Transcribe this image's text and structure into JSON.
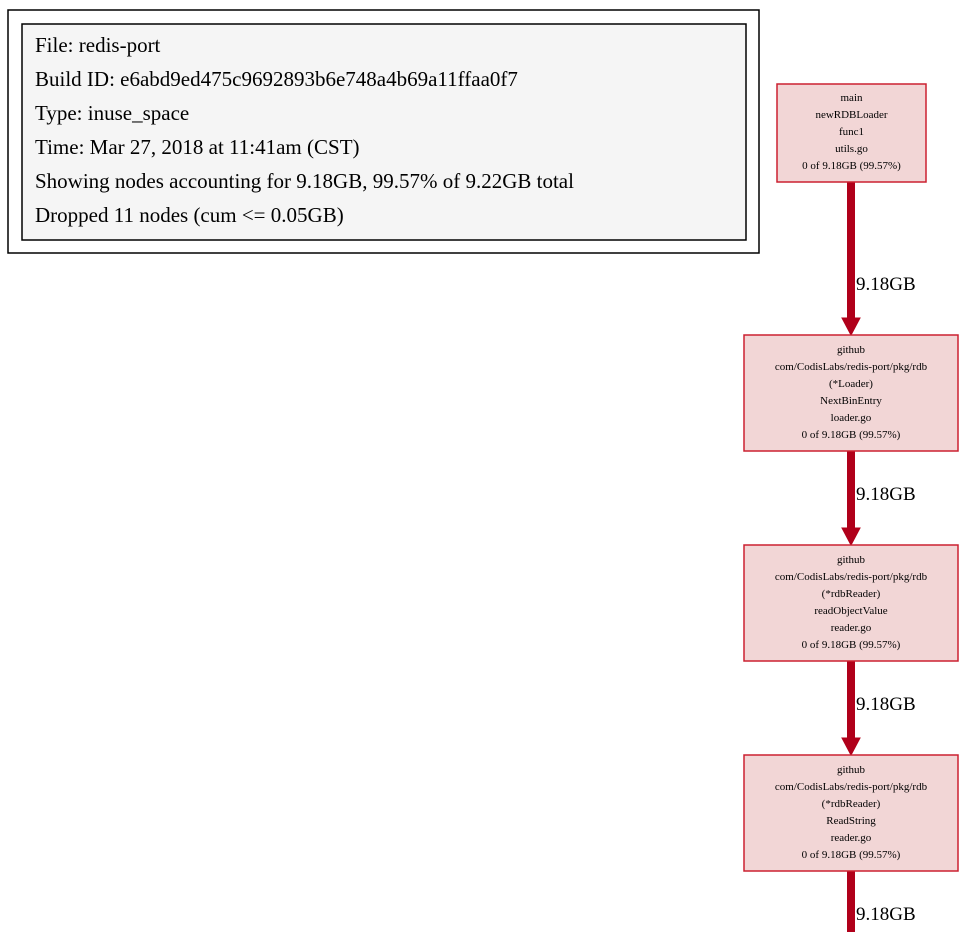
{
  "legend": {
    "lines": [
      "File: redis-port",
      "Build ID: e6abd9ed475c9692893b6e748a4b69a11ffaa0f7",
      "Type: inuse_space",
      "Time: Mar 27, 2018 at 11:41am (CST)",
      "Showing nodes accounting for 9.18GB, 99.57% of 9.22GB total",
      "Dropped 11 nodes (cum <= 0.05GB)"
    ]
  },
  "colors": {
    "node_fill": "#f2d6d6",
    "node_border": "#cc2030",
    "edge": "#b0001a",
    "legend_fill": "#f5f5f5",
    "legend_border": "#000000"
  },
  "nodes": [
    {
      "id": "main-newrdbloader-func1",
      "lines": [
        "main",
        "newRDBLoader",
        "func1",
        "utils.go",
        "0 of 9.18GB (99.57%)"
      ]
    },
    {
      "id": "loader-nextbinentry",
      "lines": [
        "github",
        "com/CodisLabs/redis-port/pkg/rdb",
        "(*Loader)",
        "NextBinEntry",
        "loader.go",
        "0 of 9.18GB (99.57%)"
      ]
    },
    {
      "id": "rdbreader-readobjectvalue",
      "lines": [
        "github",
        "com/CodisLabs/redis-port/pkg/rdb",
        "(*rdbReader)",
        "readObjectValue",
        "reader.go",
        "0 of 9.18GB (99.57%)"
      ]
    },
    {
      "id": "rdbreader-readstring",
      "lines": [
        "github",
        "com/CodisLabs/redis-port/pkg/rdb",
        "(*rdbReader)",
        "ReadString",
        "reader.go",
        "0 of 9.18GB (99.57%)"
      ]
    }
  ],
  "edges": [
    {
      "from": 0,
      "to": 1,
      "label": "9.18GB"
    },
    {
      "from": 1,
      "to": 2,
      "label": "9.18GB"
    },
    {
      "from": 2,
      "to": 3,
      "label": "9.18GB"
    },
    {
      "from": 3,
      "to": null,
      "label": "9.18GB"
    }
  ]
}
